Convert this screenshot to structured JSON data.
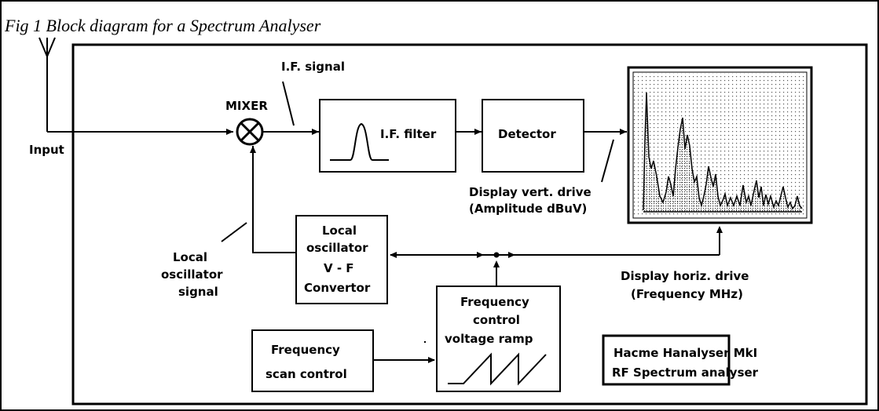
{
  "caption": "Fig 1  Block diagram for a Spectrum Analyser",
  "labels": {
    "if_signal": "I.F. signal",
    "mixer": "MIXER",
    "input": "Input",
    "if_filter": "I.F. filter",
    "detector": "Detector",
    "display_vert_1": "Display vert. drive",
    "display_vert_2": "(Amplitude dBuV)",
    "lo_signal_1": "Local",
    "lo_signal_2": "oscillator",
    "lo_signal_3": "signal",
    "lo_box_1": "Local",
    "lo_box_2": "oscillator",
    "lo_box_3": "V - F",
    "lo_box_4": "Convertor",
    "display_horiz_1": "Display horiz. drive",
    "display_horiz_2": "(Frequency MHz)",
    "ramp_1": "Frequency",
    "ramp_2": "control",
    "ramp_3": "voltage ramp",
    "scan_1": "Frequency",
    "scan_2": "scan control",
    "brand_1": "Hacme Hanalyser MkI",
    "brand_2": "RF Spectrum analyser"
  }
}
